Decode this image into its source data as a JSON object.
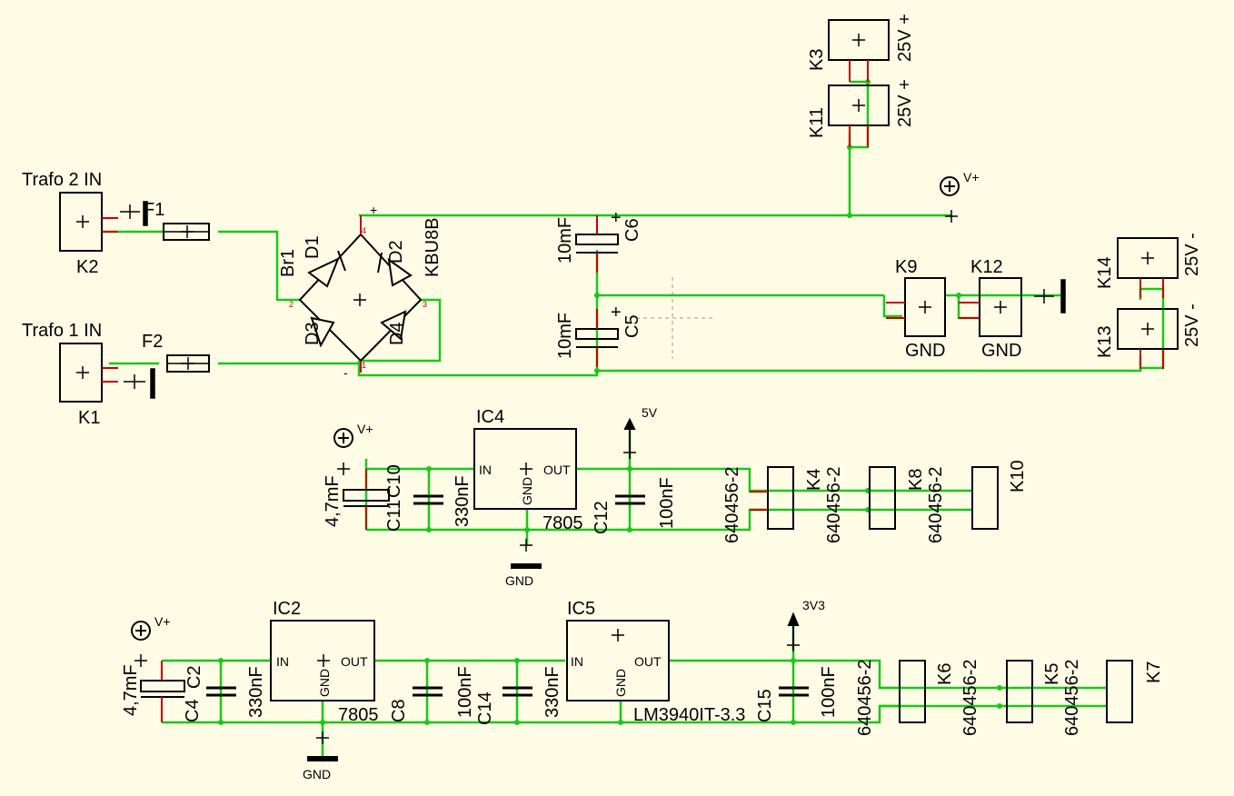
{
  "colors": {
    "background": "#fffce6",
    "wire": "#19c819",
    "body": "#000000",
    "pin": "#c80000",
    "origin": "#b49600"
  },
  "labels": {
    "trafo2": "Trafo 2 IN",
    "trafo1": "Trafo 1 IN",
    "k1": "K1",
    "k2": "K2",
    "k3": "K3",
    "k4": "K4",
    "k5": "K5",
    "k6": "K6",
    "k7": "K7",
    "k8": "K8",
    "k9": "K9",
    "k10": "K10",
    "k11": "K11",
    "k12": "K12",
    "k13": "K13",
    "k14": "K14",
    "f1": "F1",
    "f2": "F2",
    "br1": "Br1",
    "kbu8b": "KBU8B",
    "d1": "D1",
    "d2": "D2",
    "d3": "D3",
    "d4": "D4",
    "ic2": "IC2",
    "ic4": "IC4",
    "ic5": "IC5",
    "v7805": "7805",
    "lm3940": "LM3940IT-3.3",
    "pin_in": "IN",
    "pin_out": "OUT",
    "pin_gnd": "GND",
    "gnd": "GND",
    "vplus": "V+",
    "v5": "5V",
    "v3v3": "3V3",
    "v25plus": "25V +",
    "v25minus": "25V -",
    "c2": "C2",
    "c4": "C4",
    "c5": "C5",
    "c6": "C6",
    "c8": "C8",
    "c10": "C10",
    "c11": "C11",
    "c12": "C12",
    "c14": "C14",
    "c15": "C15",
    "val_10mf": "10mF",
    "val_4_7mf": "4,7mF",
    "val_330nf": "330nF",
    "val_100nf": "100nF",
    "conn_part": "640456-2",
    "plus": "+",
    "minus": "-",
    "pin1": "1",
    "pin2": "2",
    "pin3": "3",
    "pin4": "4"
  }
}
